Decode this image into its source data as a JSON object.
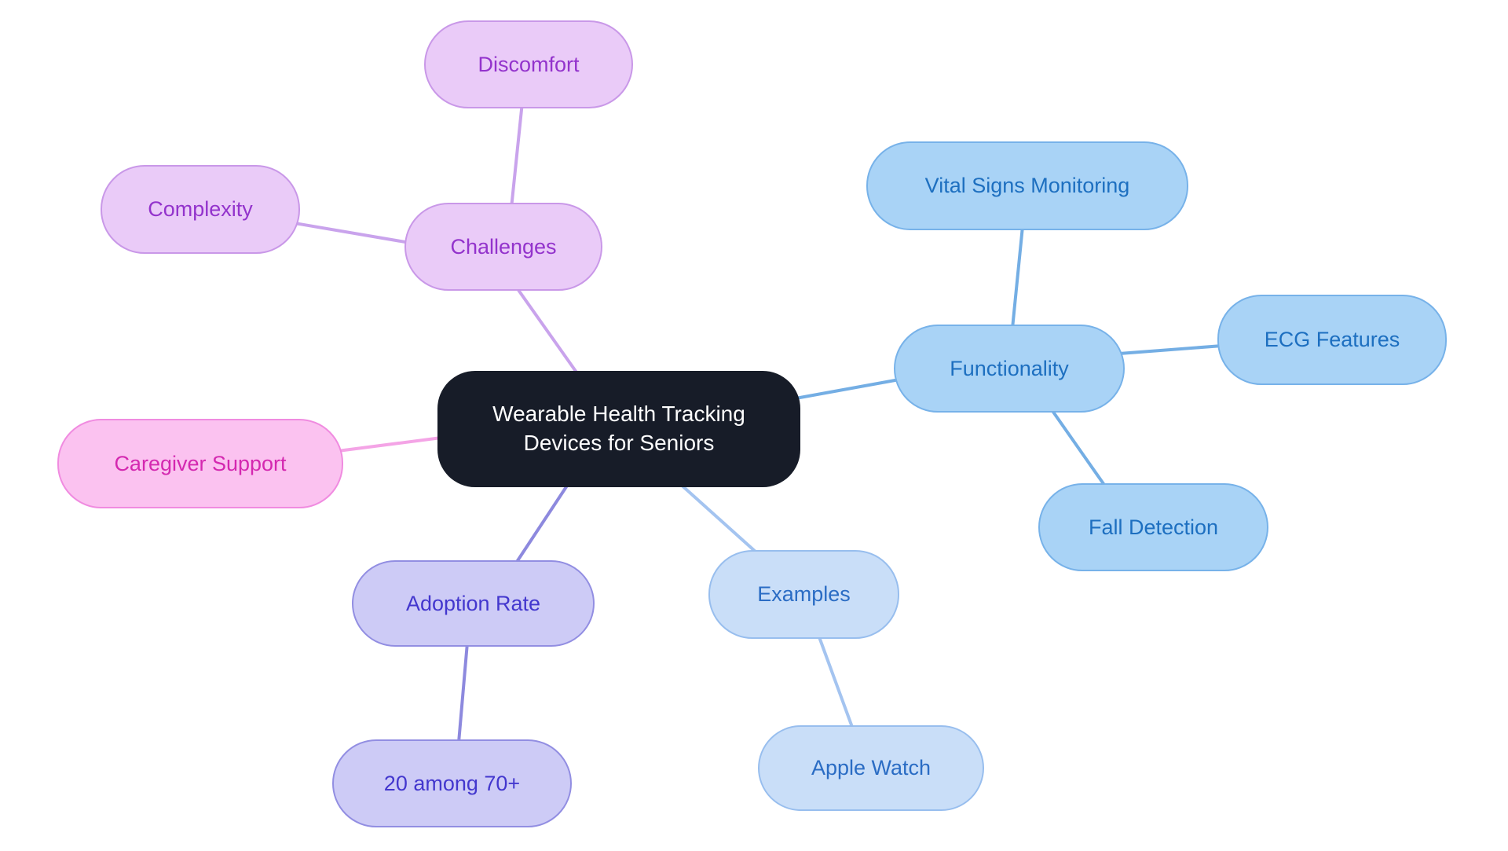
{
  "diagram": {
    "type": "mindmap",
    "central": {
      "label": "Wearable Health Tracking Devices for Seniors"
    },
    "branches": {
      "challenges": {
        "label": "Challenges",
        "color": "#eacbf8",
        "text_color": "#9333cc",
        "children": [
          "Discomfort",
          "Complexity"
        ]
      },
      "functionality": {
        "label": "Functionality",
        "color": "#a9d3f6",
        "text_color": "#1d6fc0",
        "children": [
          "Vital Signs Monitoring",
          "ECG Features",
          "Fall Detection"
        ]
      },
      "caregiver_support": {
        "label": "Caregiver Support",
        "color": "#fbc2f0",
        "text_color": "#d428b0",
        "children": []
      },
      "adoption_rate": {
        "label": "Adoption Rate",
        "color": "#cdcbf6",
        "text_color": "#4337ce",
        "children": [
          "20 among 70+"
        ]
      },
      "examples": {
        "label": "Examples",
        "color": "#c9def8",
        "text_color": "#2a6cc4",
        "children": [
          "Apple Watch"
        ]
      }
    },
    "nodes": {
      "central": {
        "label": "Wearable Health Tracking Devices for Seniors"
      },
      "challenges": {
        "label": "Challenges"
      },
      "discomfort": {
        "label": "Discomfort"
      },
      "complexity": {
        "label": "Complexity"
      },
      "caregiver_support": {
        "label": "Caregiver Support"
      },
      "functionality": {
        "label": "Functionality"
      },
      "vital_signs": {
        "label": "Vital Signs Monitoring"
      },
      "ecg_features": {
        "label": "ECG Features"
      },
      "fall_detection": {
        "label": "Fall Detection"
      },
      "adoption_rate": {
        "label": "Adoption Rate"
      },
      "adoption_stat": {
        "label": "20 among 70+"
      },
      "examples": {
        "label": "Examples"
      },
      "apple_watch": {
        "label": "Apple Watch"
      }
    },
    "colors": {
      "background": "#ffffff",
      "central_fill": "#171c28",
      "central_text": "#ffffff",
      "purple_fill": "#eacbf8",
      "purple_border": "#c998e8",
      "purple_text": "#9333cc",
      "purple_edge": "#c9a3ec",
      "pink_fill": "#fbc2f0",
      "pink_border": "#f08be0",
      "pink_text": "#d428b0",
      "pink_edge": "#f4a4e6",
      "blue_fill": "#a9d3f6",
      "blue_border": "#77b2e9",
      "blue_text": "#1d6fc0",
      "blue_edge": "#74aee4",
      "paleblue_fill": "#c9def8",
      "paleblue_border": "#98beee",
      "paleblue_text": "#2a6cc4",
      "paleblue_edge": "#a4c4f0",
      "periwinkle_fill": "#cdcbf6",
      "periwinkle_border": "#928ee2",
      "periwinkle_text": "#4337ce",
      "periwinkle_edge": "#8d89de"
    }
  }
}
